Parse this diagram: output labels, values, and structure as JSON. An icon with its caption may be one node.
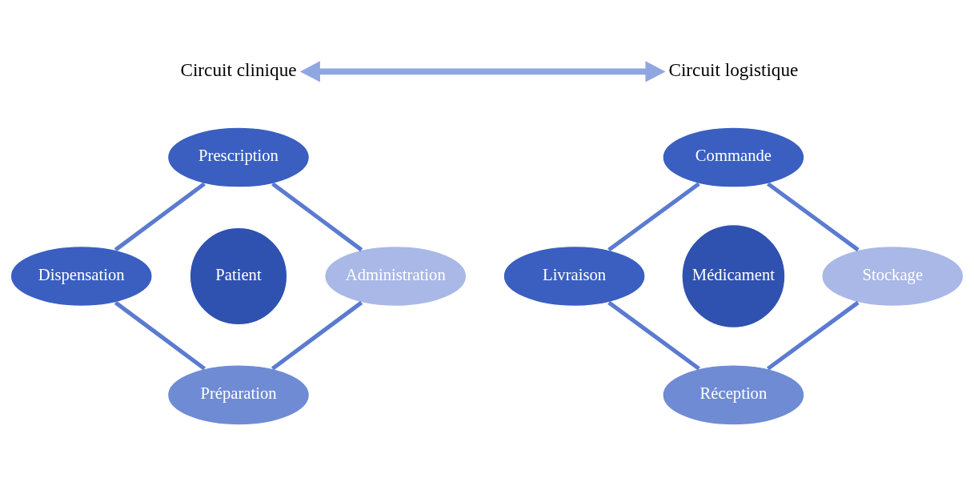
{
  "diagram": {
    "nodes": [
      {
        "text": [
          "Circuit clinique"
        ]
      },
      {
        "text": [
          "Circuit logistique"
        ]
      },
      {
        "text": [
          "Prescription"
        ]
      },
      {
        "text": [
          "Dispensation"
        ]
      },
      {
        "text": [
          "Préparation"
        ]
      },
      {
        "text": [
          "Administration"
        ]
      },
      {
        "text": [
          "Patient"
        ]
      },
      {
        "text": [
          "Commande"
        ]
      },
      {
        "text": [
          "Livraison"
        ]
      },
      {
        "text": [
          "Réception"
        ]
      },
      {
        "text": [
          "Stockage"
        ]
      },
      {
        "text": [
          "Médicament"
        ]
      }
    ],
    "edges": [
      {
        "from": 0,
        "to": 1,
        "arrow": "both"
      },
      {
        "from": 2,
        "to": 3,
        "arrow": "none"
      },
      {
        "from": 3,
        "to": 4,
        "arrow": "none"
      },
      {
        "from": 4,
        "to": 5,
        "arrow": "none"
      },
      {
        "from": 5,
        "to": 2,
        "arrow": "none"
      },
      {
        "from": 7,
        "to": 8,
        "arrow": "none"
      },
      {
        "from": 8,
        "to": 9,
        "arrow": "none"
      },
      {
        "from": 9,
        "to": 10,
        "arrow": "none"
      },
      {
        "from": 10,
        "to": 7,
        "arrow": "none"
      }
    ]
  }
}
